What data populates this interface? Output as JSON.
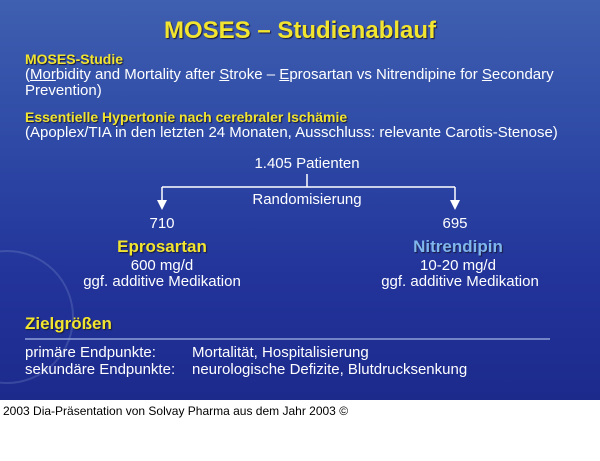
{
  "title": "MOSES – Studienablauf",
  "study": {
    "heading": "MOSES-Studie",
    "line1": [
      {
        "text": "(",
        "u": false
      },
      {
        "text": "Mor",
        "u": true
      },
      {
        "text": "bidity and Mortality after ",
        "u": false
      },
      {
        "text": "S",
        "u": true
      },
      {
        "text": "troke – ",
        "u": false
      },
      {
        "text": "E",
        "u": true
      },
      {
        "text": "prosartan vs Nitrendipine for ",
        "u": false
      },
      {
        "text": "S",
        "u": true
      },
      {
        "text": "econdary",
        "u": false
      }
    ],
    "line2": "Prevention)"
  },
  "population": {
    "heading": "Essentielle Hypertonie nach cerebraler Ischämie",
    "detail": "(Apoplex/TIA in den letzten 24 Monaten, Ausschluss: relevante Carotis-Stenose)"
  },
  "flow": {
    "total": "1.405 Patienten",
    "randomization": "Randomisierung",
    "arms": [
      {
        "n": "710",
        "drug": "Eprosartan",
        "dose": "600 mg/d",
        "note": "ggf. additive Medikation",
        "color": "#f2e530"
      },
      {
        "n": "695",
        "drug": "Nitrendipin",
        "dose": "10-20 mg/d",
        "note": "ggf. additive Medikation",
        "color": "#7fb6ee"
      }
    ]
  },
  "endpoints": {
    "heading": "Zielgrößen",
    "rows": [
      {
        "label": "primäre Endpunkte:",
        "value": "Mortalität, Hospitalisierung"
      },
      {
        "label": "sekundäre Endpunkte:",
        "value": "neurologische Defizite, Blutdrucksenkung"
      }
    ]
  },
  "caption": "2003 Dia-Präsentation von Solvay Pharma aus dem Jahr 2003 ©"
}
